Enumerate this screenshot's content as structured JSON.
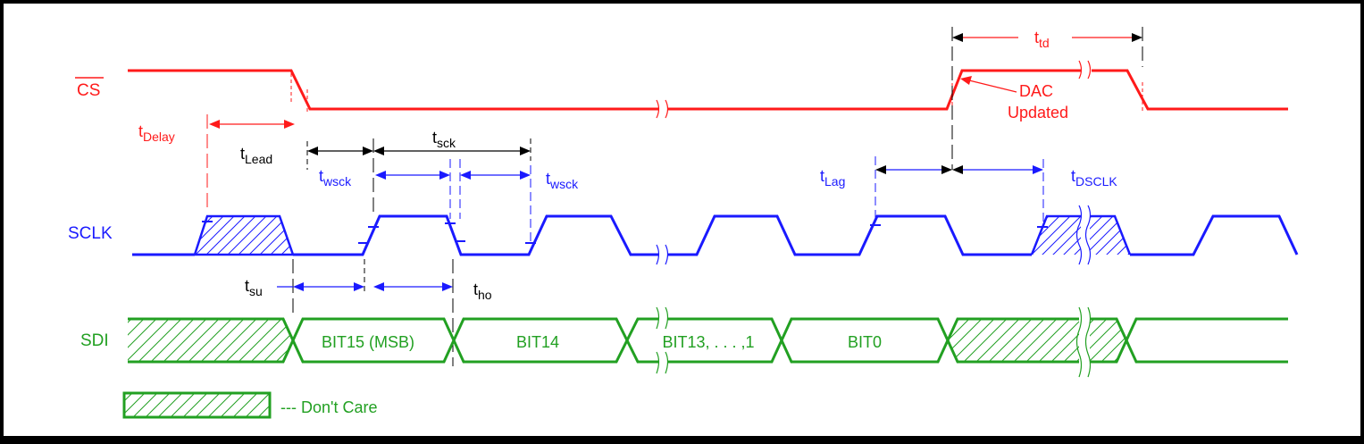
{
  "colors": {
    "cs": "#ff1a1a",
    "sclk": "#1a1aff",
    "sdi": "#22a022",
    "black": "#000000",
    "background": "#ffffff"
  },
  "signals": {
    "cs": "CS",
    "sclk": "SCLK",
    "sdi": "SDI"
  },
  "timing": {
    "t_delay": {
      "base": "t",
      "sub": "Delay"
    },
    "t_td": {
      "base": "t",
      "sub": "td"
    },
    "t_lead": {
      "base": "t",
      "sub": "Lead"
    },
    "t_sck": {
      "base": "t",
      "sub": "sck"
    },
    "t_wsck": {
      "base": "t",
      "sub": "wsck"
    },
    "t_lag": {
      "base": "t",
      "sub": "Lag"
    },
    "t_dsclk": {
      "base": "t",
      "sub": "DSCLK"
    },
    "t_su": {
      "base": "t",
      "sub": "su"
    },
    "t_ho": {
      "base": "t",
      "sub": "ho"
    }
  },
  "annotations": {
    "dac_updated_line1": "DAC",
    "dac_updated_line2": "Updated"
  },
  "sdi_fields": {
    "bit15": "BIT15 (MSB)",
    "bit14": "BIT14",
    "bit13": "BIT13, . . . ,1",
    "bit0": "BIT0"
  },
  "legend": {
    "dont_care": "--- Don't Care"
  }
}
